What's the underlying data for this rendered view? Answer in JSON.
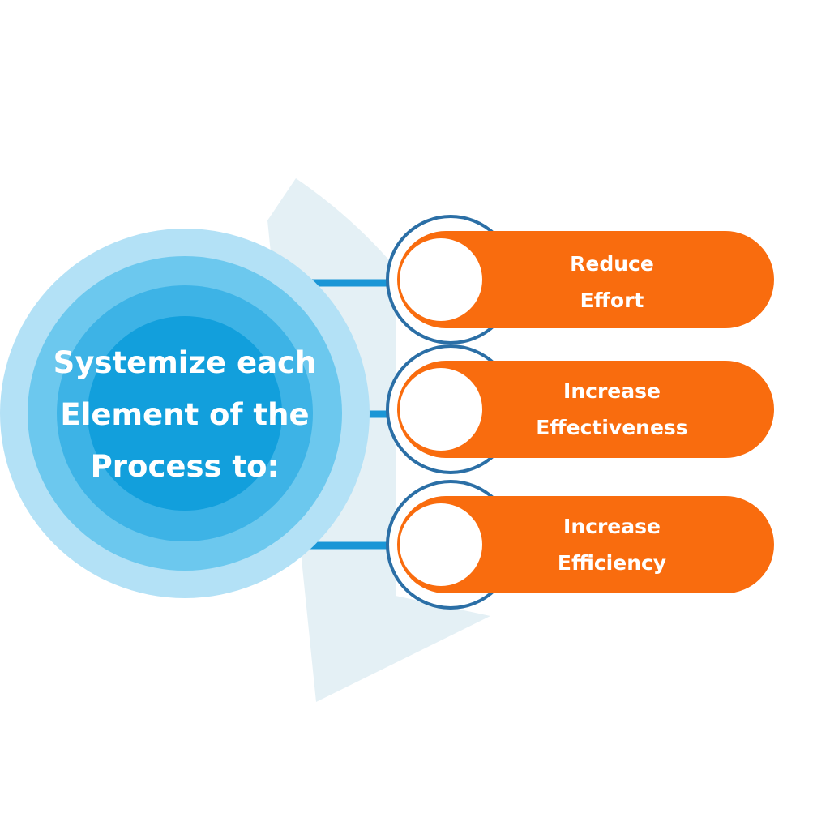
{
  "center": {
    "lines": [
      "Systemize each",
      "Element of the",
      "Process to:"
    ]
  },
  "items": [
    {
      "lines": [
        "Reduce",
        "Effort"
      ]
    },
    {
      "lines": [
        "Increase",
        "Effectiveness"
      ]
    },
    {
      "lines": [
        "Increase",
        "Efficiency"
      ]
    }
  ],
  "colors": {
    "orange": "#F96C0E",
    "ring_outline": "#2B6FA6",
    "connector": "#1A96D6",
    "fan": "#E4F0F5",
    "rings": [
      "#B3E1F6",
      "#6CC8EE",
      "#3DB3E6",
      "#129FDC"
    ]
  }
}
